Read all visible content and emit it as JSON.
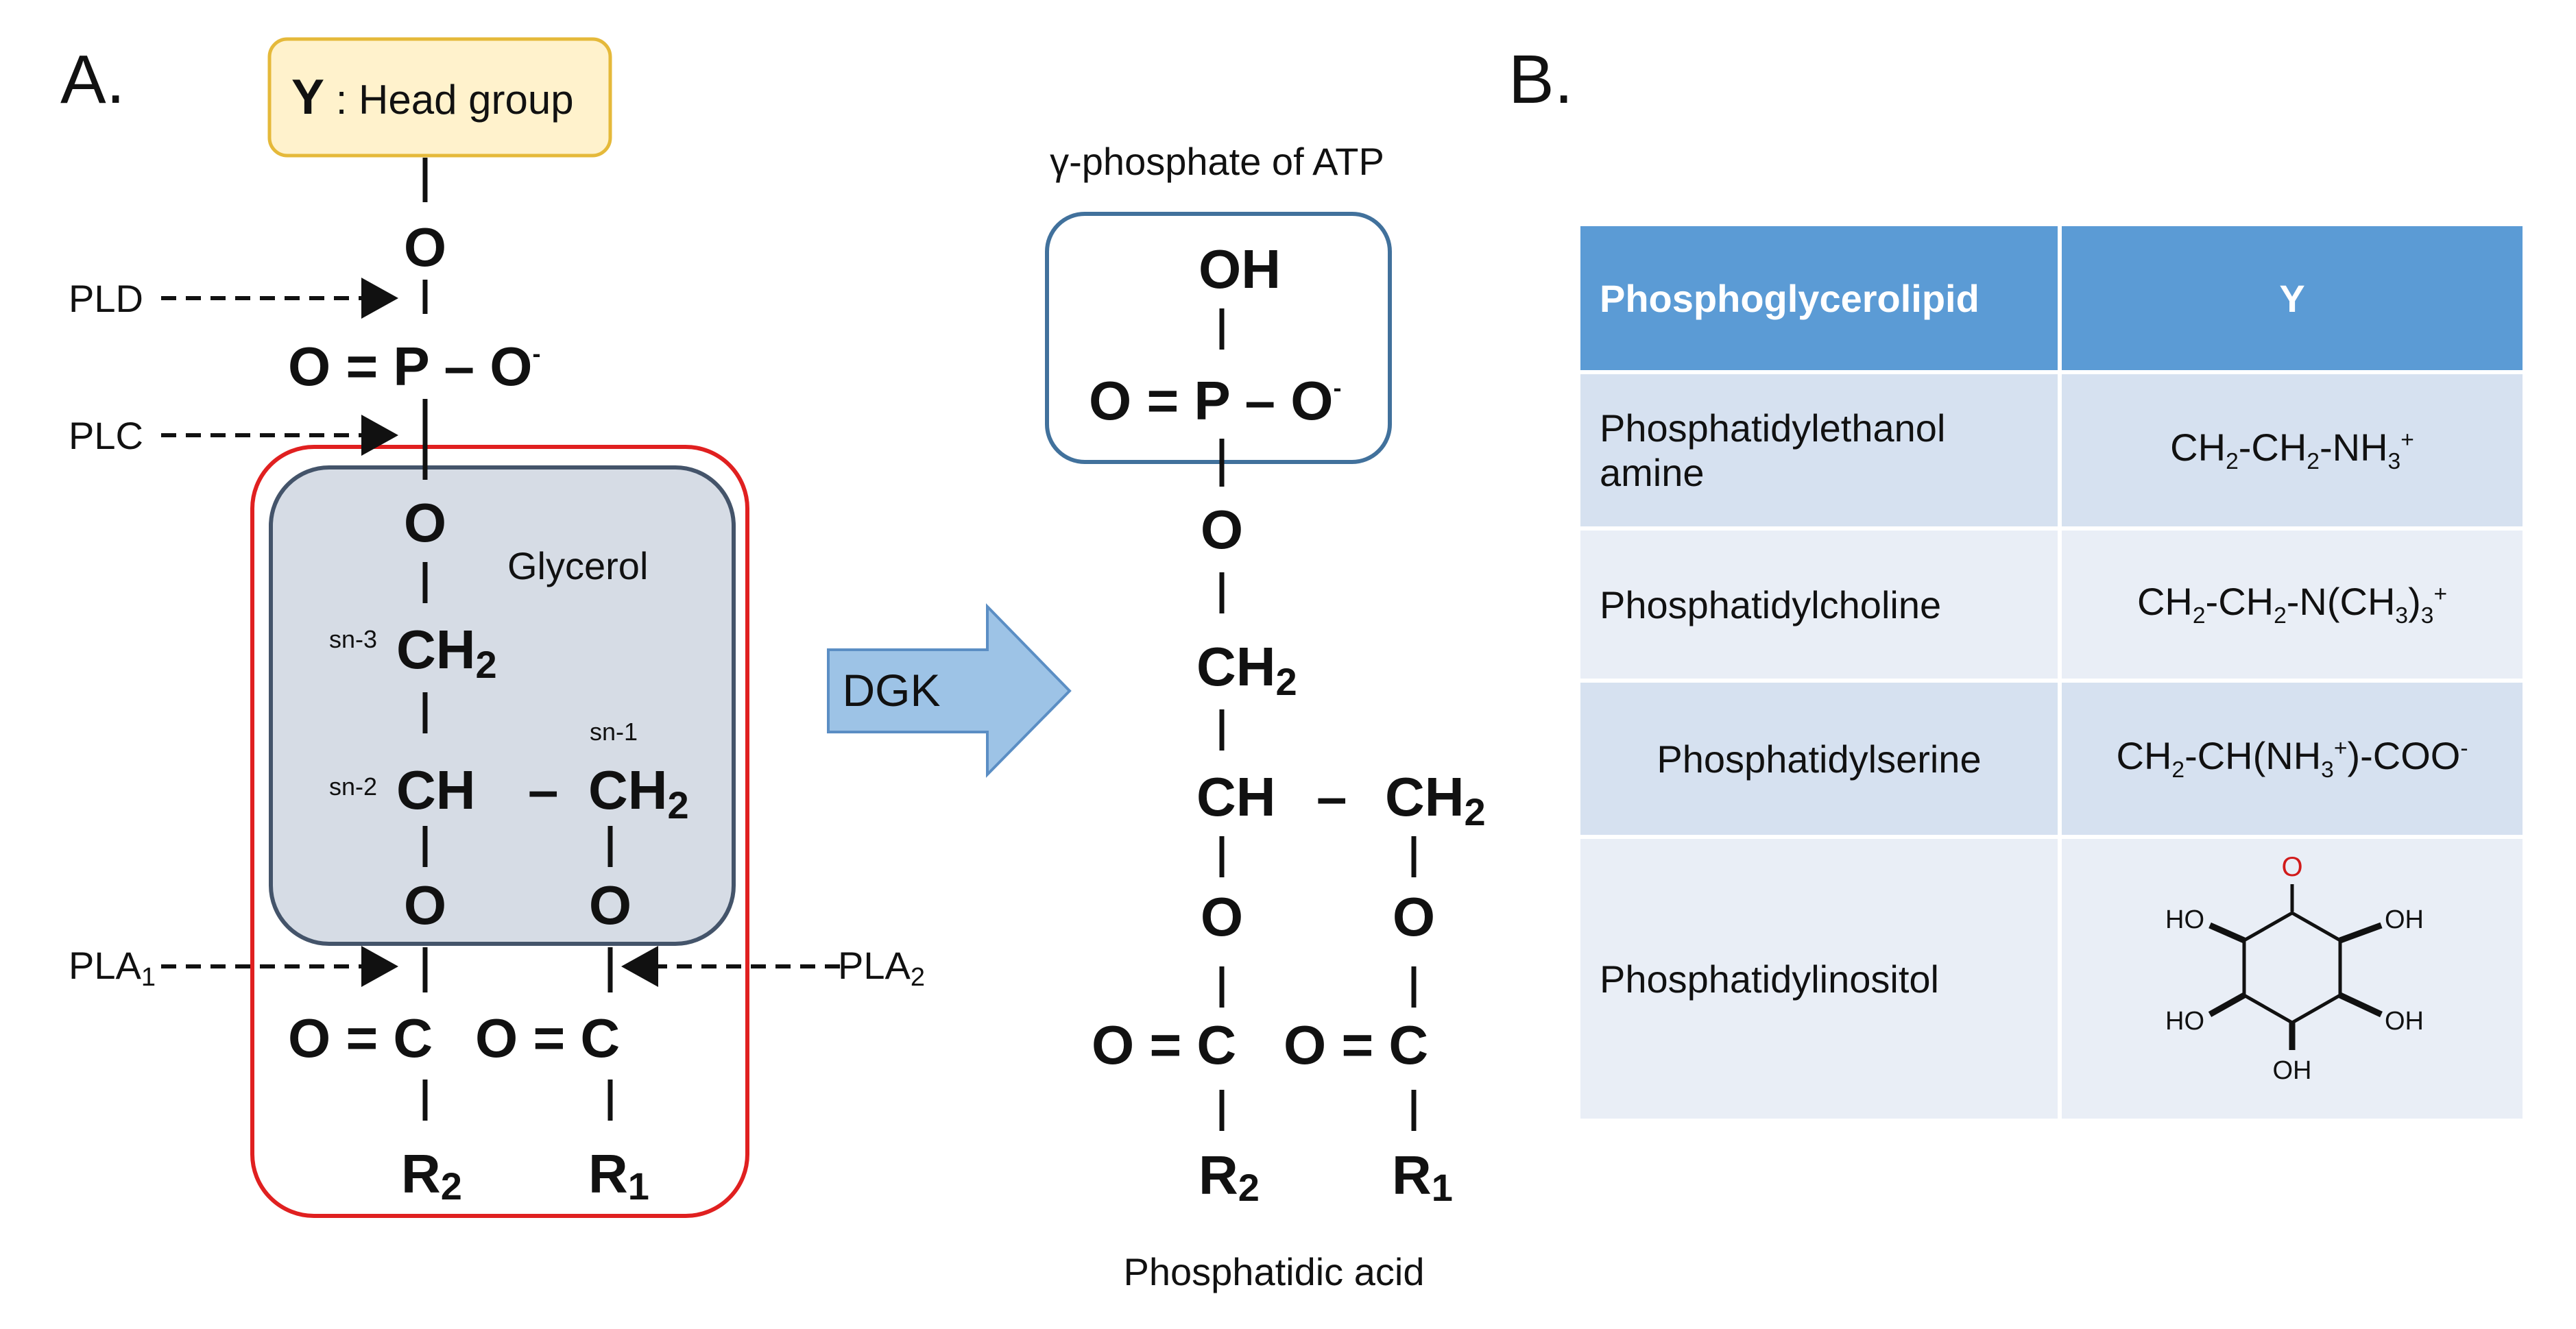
{
  "panel_a": {
    "letter": "A.",
    "head_group_y": "Y",
    "head_group_label": " : Head group",
    "o": "O",
    "p_line_left": "O = P – O",
    "minus": "-",
    "pld": "PLD",
    "plc": "PLC",
    "glycerol": "Glycerol",
    "sn3": "sn-3",
    "sn2": "sn-2",
    "sn1": "sn-1",
    "ch2": "CH",
    "two": "2",
    "ch": "CH",
    "dash_bond": "–",
    "pla1": "PLA",
    "pla2": "PLA",
    "one": "1",
    "oc_eq": "O = C",
    "r": "R"
  },
  "arrow": {
    "label": "DGK",
    "color": "#9dc3e6"
  },
  "product": {
    "gamma_label": "γ-phosphate of ATP",
    "oh": "OH",
    "name": "Phosphatidic acid"
  },
  "panel_b": {
    "letter": "B.",
    "headers": [
      "Phosphoglycerolipid",
      "Y"
    ],
    "rows": [
      {
        "name": "Phosphatidylethanol amine"
      },
      {
        "name": "Phosphatidylcholine"
      },
      {
        "name": "Phosphatidylserine"
      },
      {
        "name": "Phosphatidylinositol"
      }
    ],
    "y_text": {
      "ch2": "CH",
      "two": "2",
      "dash": "-",
      "nh3": "NH",
      "three": "3",
      "plus": "+",
      "n": "N(CH",
      "close": ")",
      "ch_nh3": "CH(NH",
      "coo": ")-COO",
      "minus": "-"
    },
    "inositol": {
      "o": "O",
      "oh": "OH",
      "ho": "HO"
    }
  },
  "colors": {
    "head_box_fill": "#fff2cc",
    "head_box_stroke": "#e5b93a",
    "red_box": "#e02020",
    "glycerol_fill": "#d6dce5",
    "glycerol_stroke": "#44546a",
    "atp_box": "#41719c",
    "header_blue": "#5b9bd5",
    "row_odd": "#d6e1f0",
    "row_even": "#e9eef6",
    "inositol_o": "#d11a1a"
  }
}
